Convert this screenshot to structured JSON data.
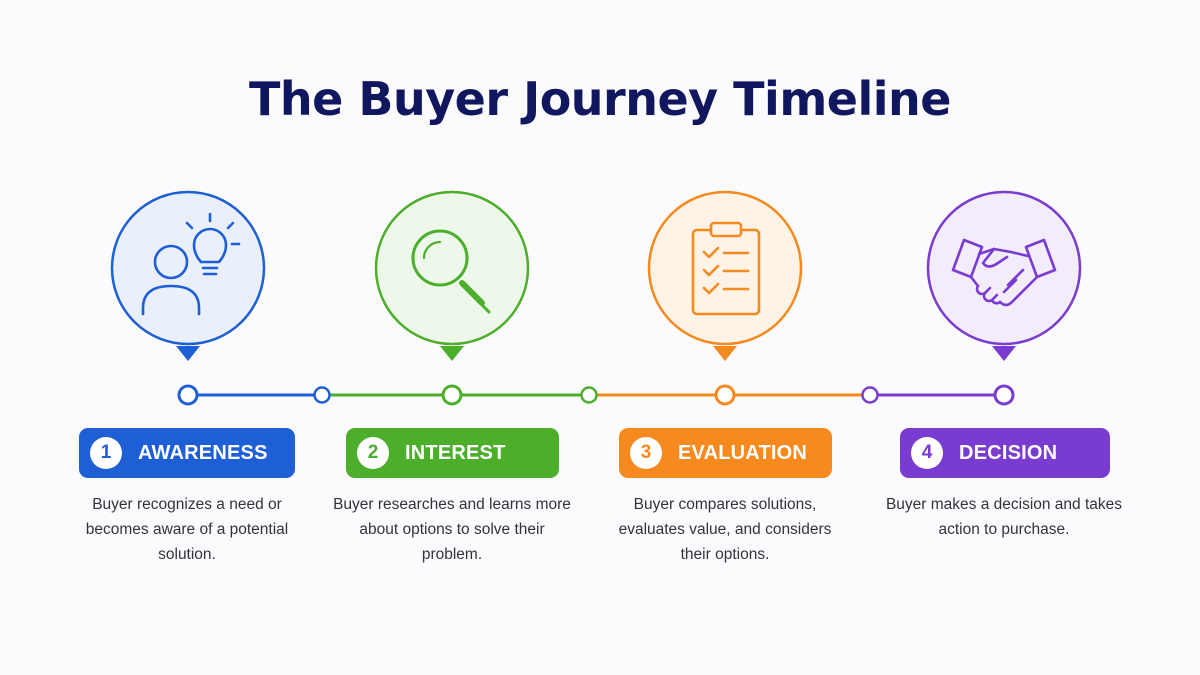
{
  "title": "The Buyer Journey Timeline",
  "colors": {
    "title": "#11175e",
    "awareness": "#1f5fd6",
    "interest": "#4cae2b",
    "evaluation": "#f68a1e",
    "decision": "#7a3bd1"
  },
  "stages": [
    {
      "number": "1",
      "label": "AWARENESS",
      "description": "Buyer recognizes a need or becomes aware of a potential solution.",
      "icon": "person-lightbulb-icon",
      "color": "#1f5fd6"
    },
    {
      "number": "2",
      "label": "INTEREST",
      "description": "Buyer researches and learns more about options to solve their problem.",
      "icon": "magnifying-glass-icon",
      "color": "#4cae2b"
    },
    {
      "number": "3",
      "label": "EVALUATION",
      "description": "Buyer compares solutions, evaluates value, and considers their options.",
      "icon": "clipboard-checklist-icon",
      "color": "#f68a1e"
    },
    {
      "number": "4",
      "label": "DECISION",
      "description": "Buyer makes a decision and takes action to purchase.",
      "icon": "handshake-icon",
      "color": "#7a3bd1"
    }
  ]
}
